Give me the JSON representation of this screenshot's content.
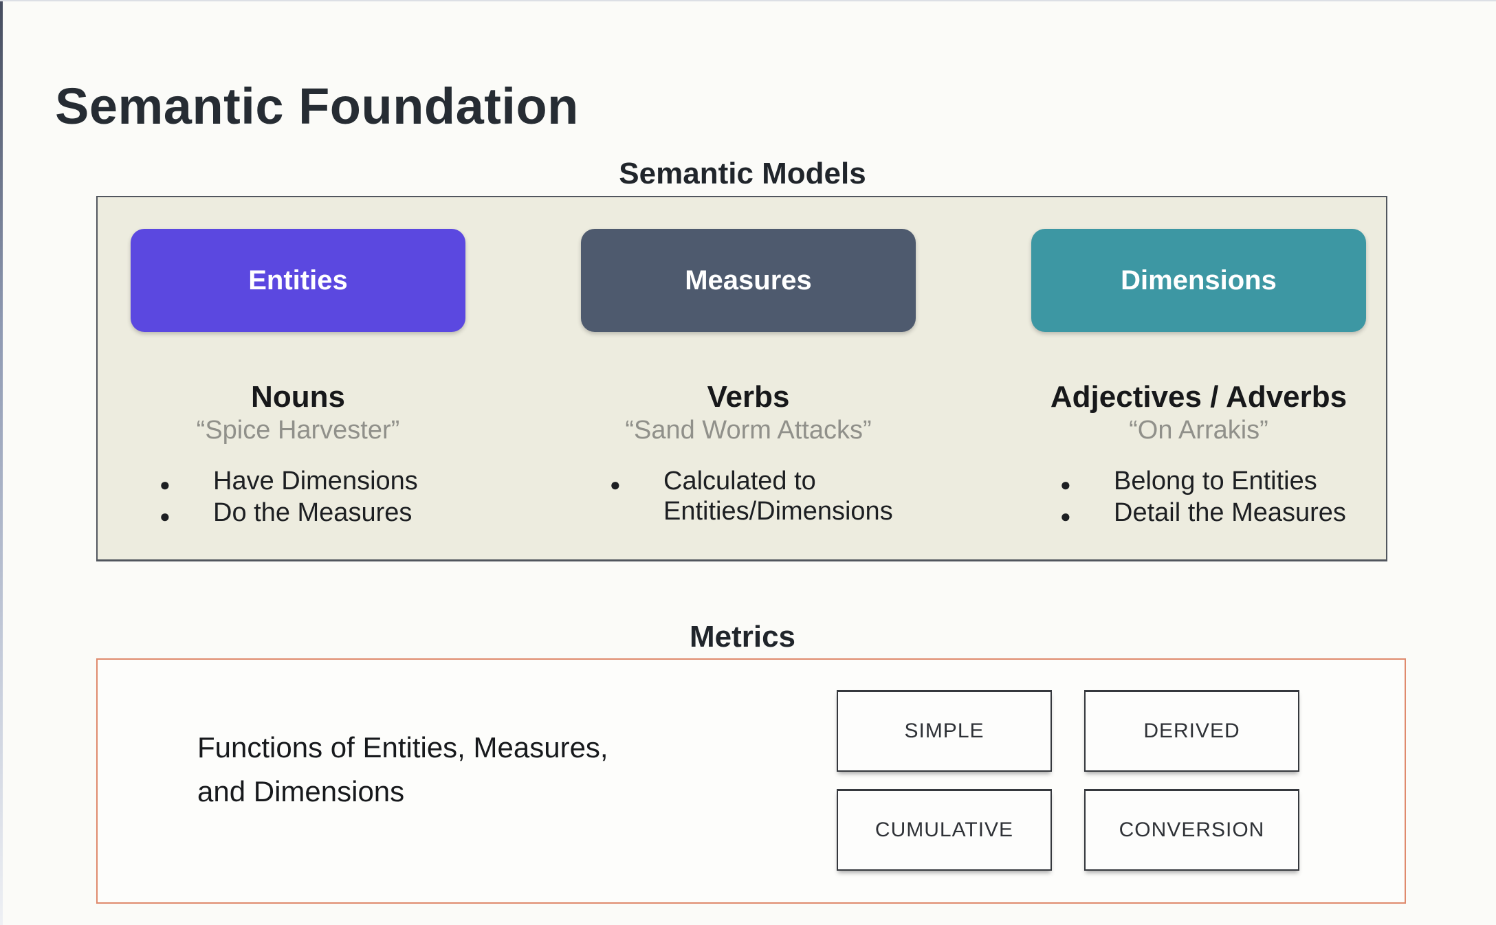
{
  "slide": {
    "title": "Semantic Foundation"
  },
  "semantic_models": {
    "label": "Semantic Models",
    "columns": [
      {
        "button": "Entities",
        "heading": "Nouns",
        "example": "“Spice Harvester”",
        "bullets": [
          "Have Dimensions",
          "Do the Measures"
        ]
      },
      {
        "button": "Measures",
        "heading": "Verbs",
        "example": "“Sand Worm Attacks”",
        "bullets": [
          "Calculated to Entities/Dimensions"
        ]
      },
      {
        "button": "Dimensions",
        "heading": "Adjectives / Adverbs",
        "example": "“On Arrakis”",
        "bullets": [
          "Belong to Entities",
          "Detail the Measures"
        ]
      }
    ]
  },
  "metrics": {
    "label": "Metrics",
    "description": "Functions of Entities, Measures,\nand Dimensions",
    "types": [
      "SIMPLE",
      "DERIVED",
      "CUMULATIVE",
      "CONVERSION"
    ]
  },
  "colors": {
    "entities_box": "#5b48e0",
    "measures_box": "#4e5a6e",
    "dimensions_box": "#3d97a3",
    "semantic_panel_bg": "#edecdf",
    "semantic_panel_border": "#51565e",
    "metrics_panel_border": "#df8a6d",
    "example_text": "#90908a"
  }
}
